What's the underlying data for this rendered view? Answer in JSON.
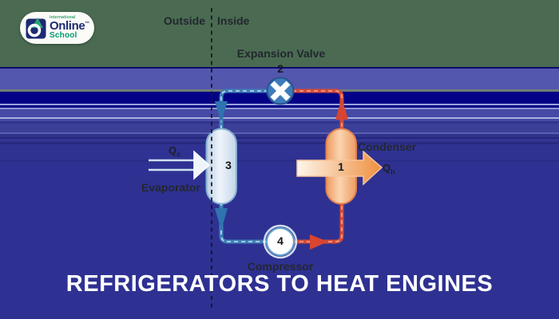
{
  "logo": {
    "brand_top": "international",
    "brand": "Online",
    "trademark": "™",
    "brand_sub": "School"
  },
  "regions": {
    "left_label": "Outside",
    "right_label": "Inside"
  },
  "components": {
    "expansion_valve": {
      "label": "Expansion Valve",
      "number": "2"
    },
    "condenser": {
      "label": "Condenser",
      "number": "1"
    },
    "evaporator": {
      "label": "Evaporator",
      "number": "3"
    },
    "compressor": {
      "label": "Compressor",
      "number": "4"
    }
  },
  "heat_flows": {
    "qc": {
      "symbol": "Q",
      "subscript": "c"
    },
    "qh": {
      "symbol": "Q",
      "subscript": "h"
    }
  },
  "title": "REFRIGERATORS TO HEAT ENGINES",
  "colors": {
    "background_green": "#4a6b51",
    "background_periwinkle": "#5457ae",
    "background_navy": "#040286",
    "background_indigo": "#2e3192",
    "pipe_cold": "#3f7fb7",
    "pipe_hot": "#d44a35",
    "evaporator_fill": "#e8f0f9",
    "condenser_fill": "#f8c9a0",
    "title_color": "#ffffff"
  }
}
